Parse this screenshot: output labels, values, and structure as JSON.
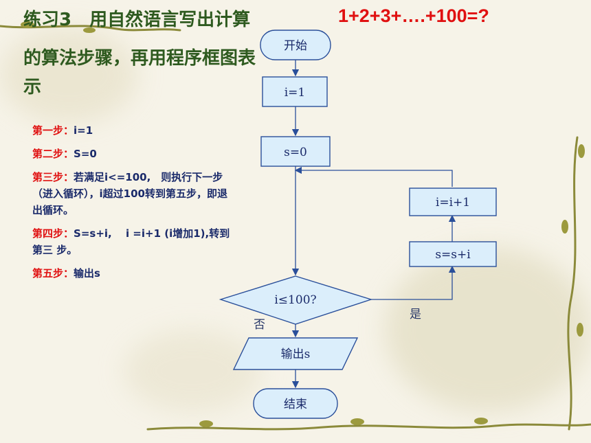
{
  "title": {
    "line1": "练习3　用自然语言写出计算",
    "formula": "1+2+3+….+100=?",
    "line2": "的算法步骤，再用程序框图表示"
  },
  "steps": [
    {
      "label": "第一步：",
      "text": "i=1"
    },
    {
      "label": "第二步：",
      "text": "S=0"
    },
    {
      "label": "第三步：",
      "text": "若满足i<=100,　则执行下一步（进入循环），i超过100转到第五步，即退出循环。"
    },
    {
      "label": "第四步：",
      "text": "S=s+i,　 i =i+1 (i增加1),转到第三 步。"
    },
    {
      "label": "第五步：",
      "text": "输出s"
    }
  ],
  "flowchart": {
    "start": "开始",
    "init_i": "i=1",
    "init_s": "s=0",
    "update_i": "i=i+1",
    "update_s": "s=s+i",
    "condition": "i≤100?",
    "yes": "是",
    "no": "否",
    "output": "输出s",
    "end": "结束"
  },
  "colors": {
    "title_green": "#2e5a1f",
    "title_red": "#e01010",
    "step_label_red": "#e01010",
    "step_text_blue": "#1a2a6a",
    "shape_fill": "#dbeefb",
    "shape_stroke": "#2a4f9a"
  }
}
